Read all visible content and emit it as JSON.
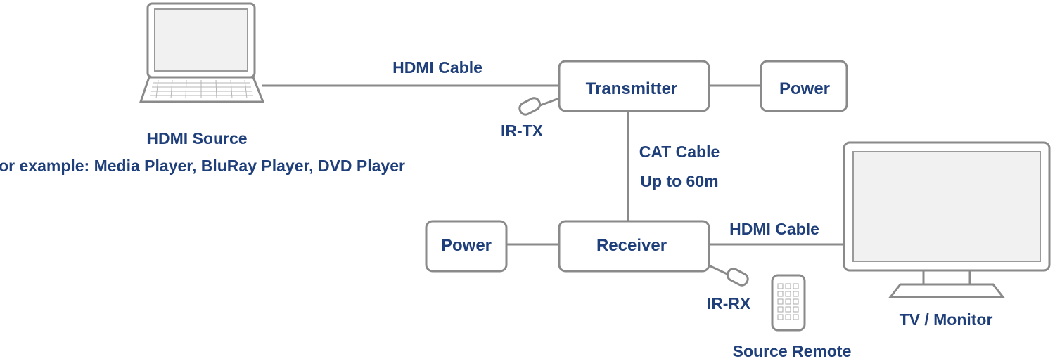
{
  "source": {
    "icon": "laptop-icon",
    "title": "HDMI Source",
    "subtitle": "For example: Media Player, BluRay Player, DVD Player"
  },
  "connections": {
    "source_cable": "HDMI Cable",
    "cat_cable_line1": "CAT Cable",
    "cat_cable_line2": "Up to 60m",
    "display_cable": "HDMI Cable"
  },
  "transmitter": {
    "label": "Transmitter",
    "ir": "IR-TX"
  },
  "transmitter_power": {
    "label": "Power"
  },
  "receiver": {
    "label": "Receiver",
    "ir": "IR-RX"
  },
  "receiver_power": {
    "label": "Power"
  },
  "remote": {
    "icon": "remote-control-icon",
    "label": "Source Remote"
  },
  "display": {
    "icon": "monitor-icon",
    "label": "TV / Monitor"
  },
  "colors": {
    "text": "#1f3f7a",
    "stroke": "#8a8a8a"
  }
}
